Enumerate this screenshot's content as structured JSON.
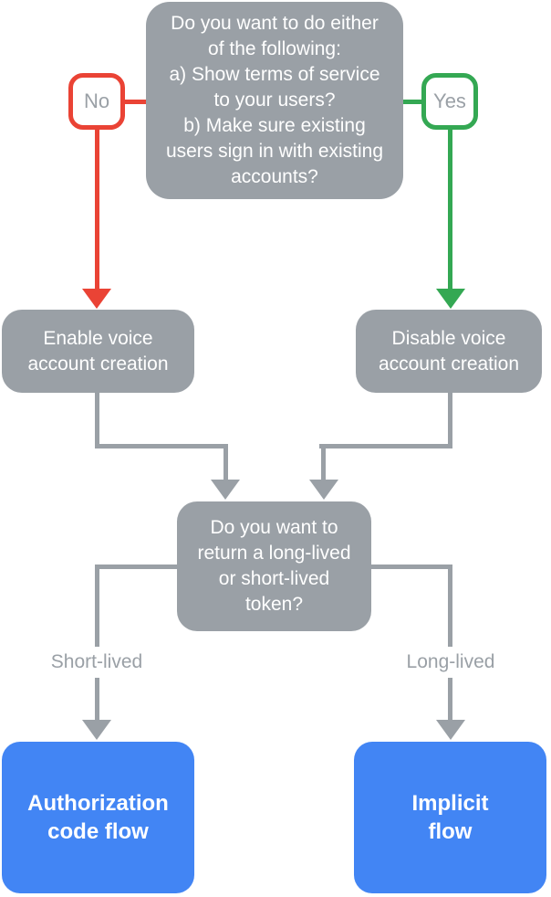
{
  "palette": {
    "node_gray": "#9AA0A6",
    "result_blue": "#4285F4",
    "no_red": "#EA4335",
    "yes_green": "#34A853",
    "text_on_node": "#FFFFFF",
    "edge_label_text": "#9AA0A6",
    "background": "#FFFFFF"
  },
  "flowchart": {
    "top_question": {
      "text": "Do you want to do either\nof the following:\na) Show terms of service\nto your users?\nb) Make sure existing\nusers sign in with existing\naccounts?"
    },
    "branch_no": {
      "badge": "No",
      "result": "Enable voice\naccount creation"
    },
    "branch_yes": {
      "badge": "Yes",
      "result": "Disable voice\naccount creation"
    },
    "token_question": {
      "text": "Do you want to\nreturn a long-lived\nor short-lived\ntoken?"
    },
    "branch_short_lived": {
      "edge_label": "Short-lived",
      "result": "Authorization\ncode flow"
    },
    "branch_long_lived": {
      "edge_label": "Long-lived",
      "result": "Implicit\nflow"
    }
  }
}
